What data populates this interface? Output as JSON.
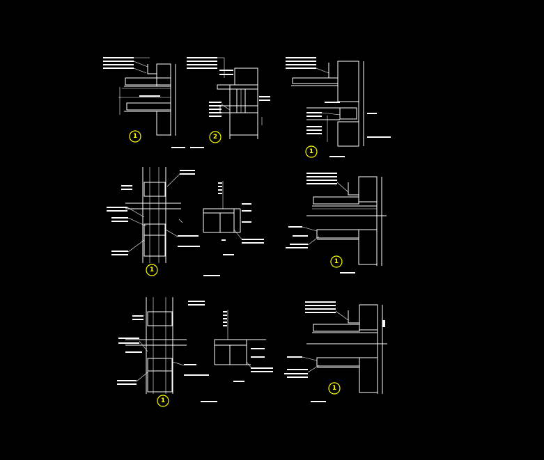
{
  "drawing": {
    "background_color": "#000000",
    "line_color": "#ffffff",
    "callout_color": "#ffff00"
  },
  "details": [
    {
      "id": "detail-a",
      "callout": "1"
    },
    {
      "id": "detail-b",
      "callout": "2"
    },
    {
      "id": "detail-c",
      "callout": "1"
    },
    {
      "id": "detail-d",
      "callout": "1"
    },
    {
      "id": "detail-e",
      "callout": "1"
    },
    {
      "id": "detail-f",
      "callout": "1"
    },
    {
      "id": "detail-g",
      "callout": "1"
    }
  ]
}
